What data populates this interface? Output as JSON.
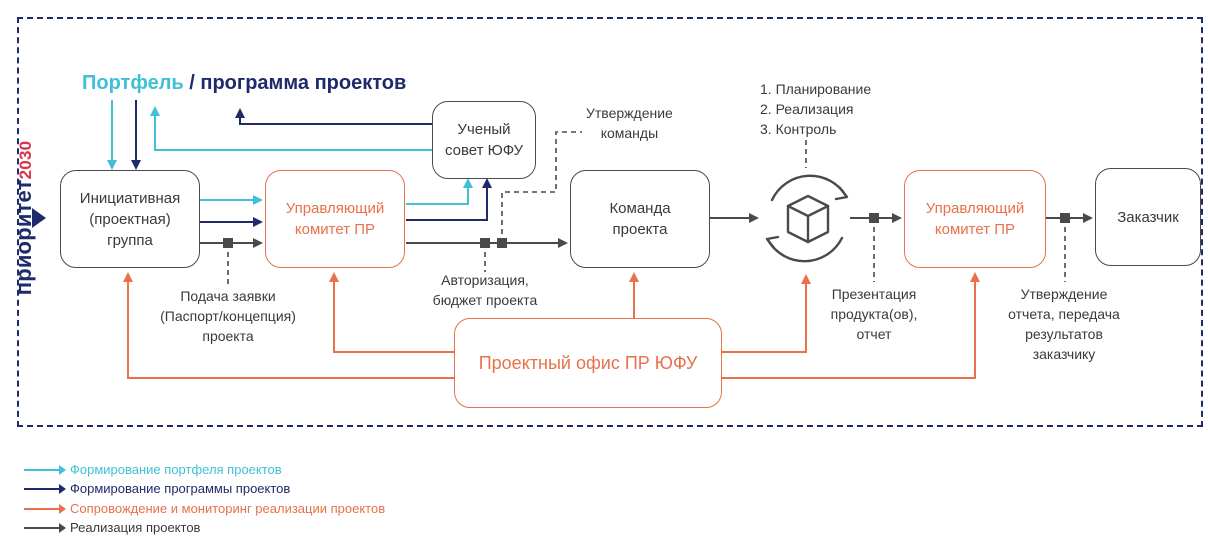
{
  "brand": {
    "name": "приоритет",
    "year": "2030"
  },
  "title": {
    "portfolio": "Портфель",
    "separator": " / ",
    "program": "программа проектов"
  },
  "nodes": {
    "initiative": "Инициативная\n(проектная)\nгруппа",
    "steering1": "Управляющий\nкомитет ПР",
    "council": "Ученый\nсовет ЮФУ",
    "team": "Команда\nпроекта",
    "steering2": "Управляющий\nкомитет ПР",
    "customer": "Заказчик",
    "office": "Проектный офис ПР ЮФУ"
  },
  "labels": {
    "team_approval": "Утверждение\nкоманды",
    "phases": [
      "1. Планирование",
      "2. Реализация",
      "3. Контроль"
    ],
    "application": "Подача заявки\n(Паспорт/концепция)\nпроекта",
    "authorization": "Авторизация,\nбюджет проекта",
    "presentation": "Презентация\nпродукта(ов),\nотчет",
    "report_approval": "Утверждение\nотчета, передача\nрезультатов\nзаказчику"
  },
  "legend": [
    {
      "text": "Формирование портфеля проектов",
      "color": "#3fc0d8"
    },
    {
      "text": "Формирование программы проектов",
      "color": "#1f2a6b"
    },
    {
      "text": "Сопровождение и мониторинг реализации проектов",
      "color": "#e8714a"
    },
    {
      "text": "Реализация проектов",
      "color": "#4a4a4a"
    }
  ],
  "colors": {
    "portfolio": "#3fc0d8",
    "program": "#1f2a6b",
    "support": "#e8714a",
    "implementation": "#4a4a4a",
    "frame": "#1f2a6b"
  }
}
